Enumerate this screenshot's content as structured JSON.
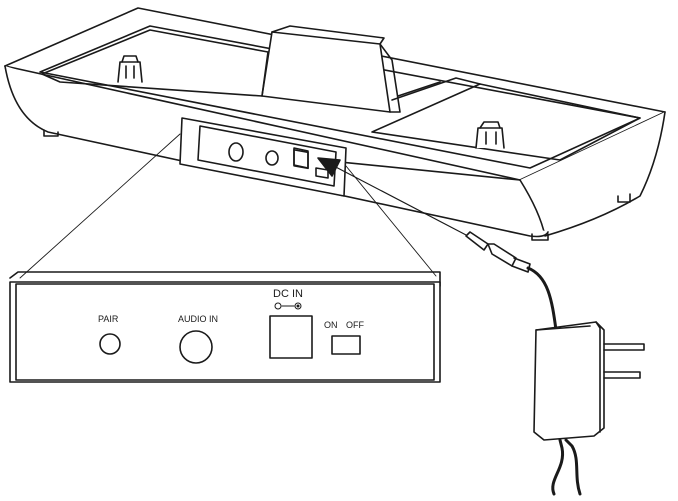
{
  "panel": {
    "pair_label": "PAIR",
    "audio_in_label": "AUDIO IN",
    "dc_in_label": "DC IN",
    "on_label": "ON",
    "off_label": "OFF"
  },
  "colors": {
    "line": "#1a1a1a",
    "fill": "#ffffff",
    "shade": "#d9d9d9"
  }
}
